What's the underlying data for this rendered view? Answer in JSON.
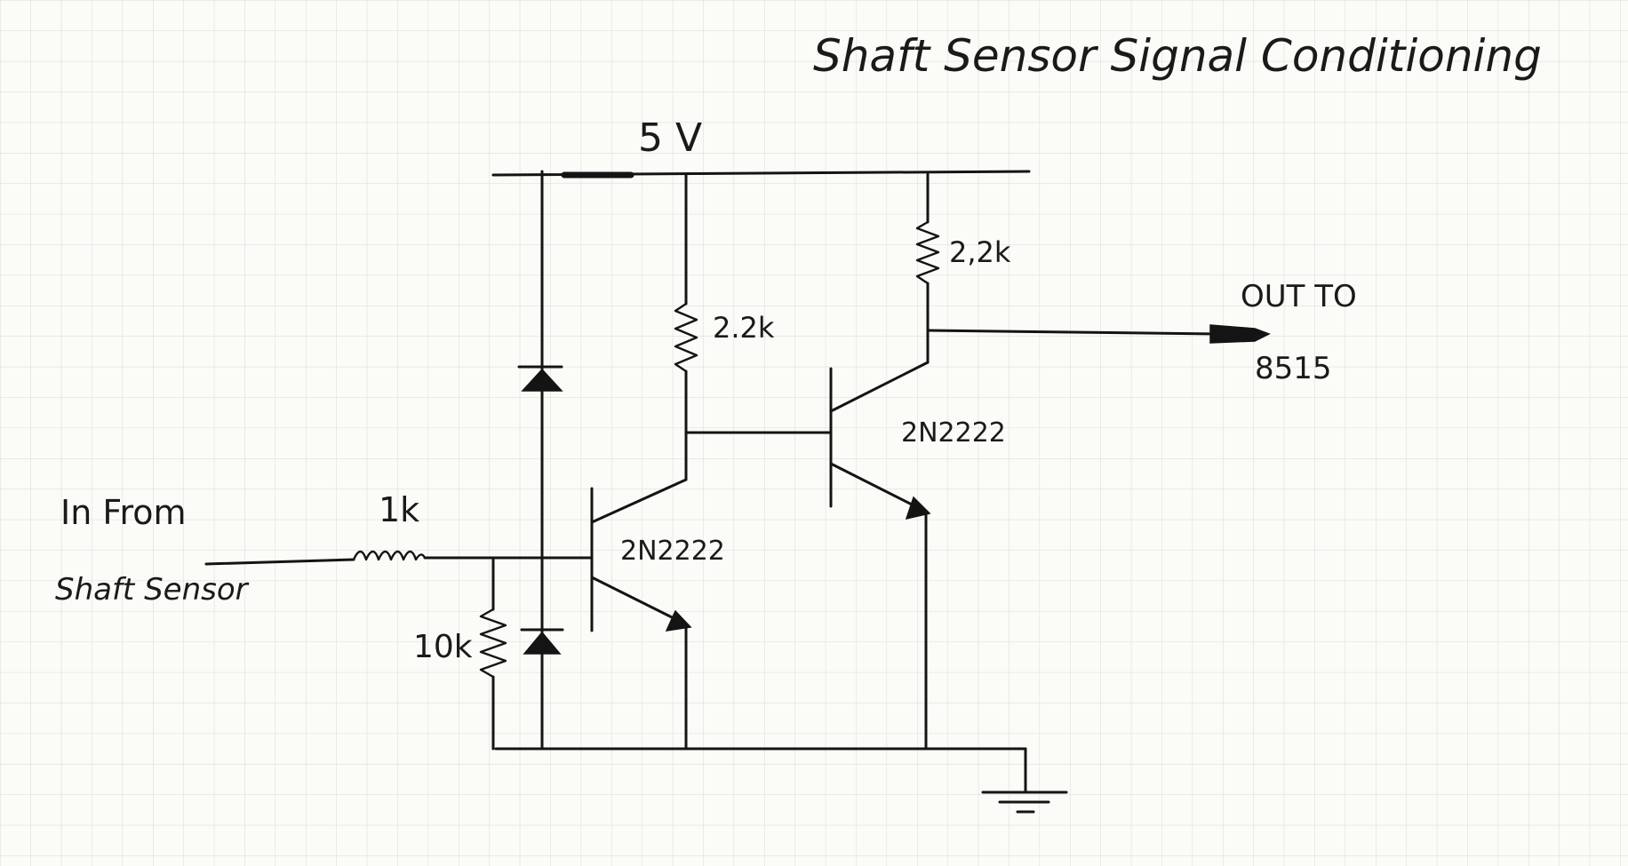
{
  "title": "Shaft Sensor Signal Conditioning",
  "supply_label": "5 V",
  "input_label_line1": "In From",
  "input_label_line2": "Shaft Sensor",
  "r_input": "1k",
  "r_pulldown": "10k",
  "r_collector_q1": "2.2k",
  "r_collector_q2": "2,2k",
  "q1_label": "2N2222",
  "q2_label": "2N2222",
  "output_label_line1": "OUT TO",
  "output_label_line2": "8515",
  "colors": {
    "paper": "#fbfbf8",
    "grid": "#d9d9d6",
    "ink": "#141414"
  }
}
